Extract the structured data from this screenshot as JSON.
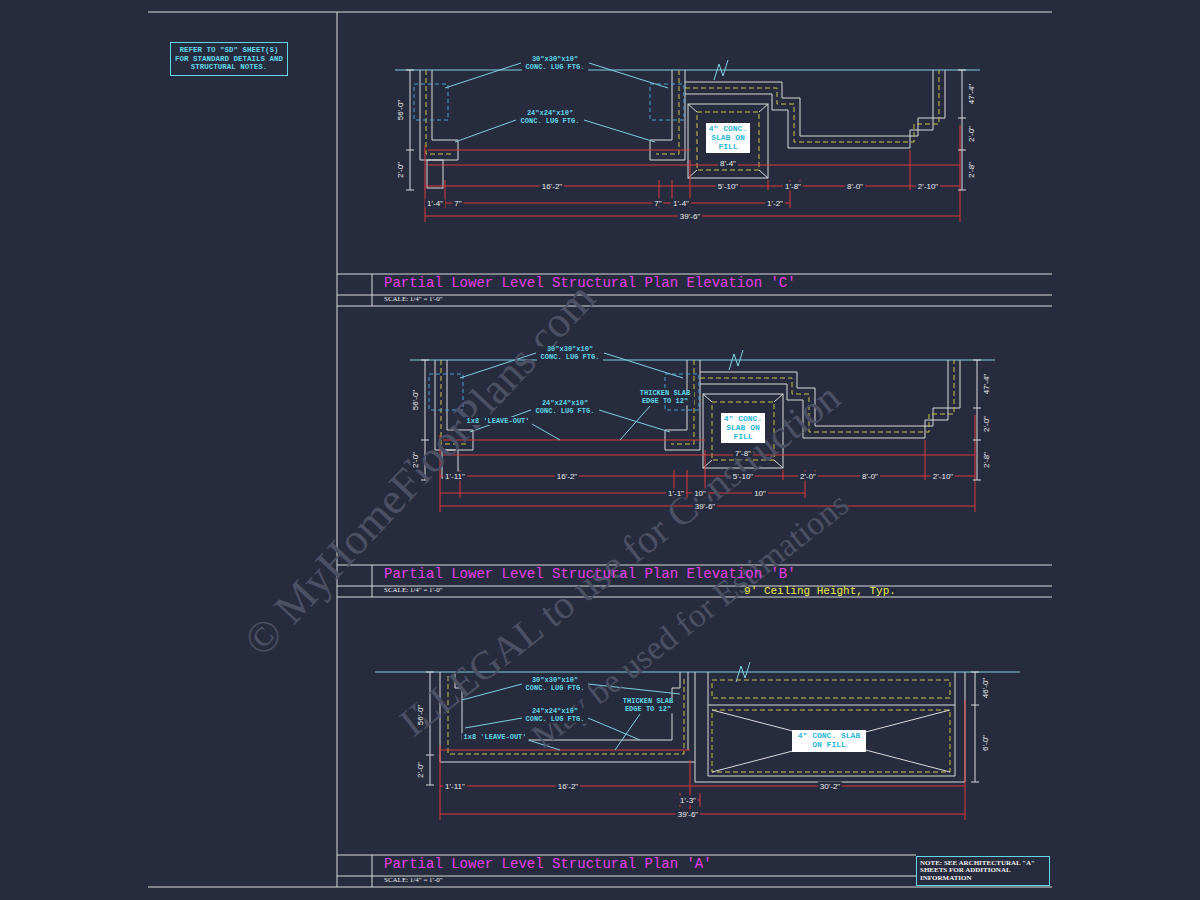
{
  "diagram": {
    "nodes": [
      {
        "text": [
          "REFER TO \"SD\" SHEET(S) FOR STANDARD DETAILS AND STRUCTURAL NOTES."
        ]
      },
      {
        "text": [
          "4\" CONC. SLAB ON FILL"
        ]
      },
      {
        "text": [
          "Partial Lower Level Structural Plan Elevation 'C'",
          "SCALE: 1/4\" = 1'-0\""
        ]
      },
      {
        "text": [
          "4\" CONC. SLAB ON FILL"
        ]
      },
      {
        "text": [
          "Partial Lower Level Structural Plan Elevation 'B'",
          "SCALE: 1/4\" = 1'-0\""
        ]
      },
      {
        "text": [
          "4\" CONC. SLAB ON FILL"
        ]
      },
      {
        "text": [
          "Partial Lower Level Structural Plan 'A'",
          "SCALE: 1/4\" = 1'-0\""
        ]
      },
      {
        "text": [
          "NOTE: SEE ARCHITECTURAL \"A\" SHEETS FOR ADDITIONAL INFORMATION"
        ]
      }
    ],
    "labels": [
      "30\"x30\"x10\" CONC. LUG FTG.",
      "24\"x24\"x10\" CONC. LUG FTG.",
      "56'-0\"",
      "2'-0\"",
      "47'-4\"",
      "2'-0\"",
      "2'-8\"",
      "8'-4\"",
      "16'-2\"",
      "5'-10\"",
      "1'-8\"",
      "8'-0\"",
      "2'-10\"",
      "1'-4\"",
      "7\"",
      "7\"",
      "1'-4\"",
      "1'-2\"",
      "39'-6\"",
      "30\"x30\"x10\" CONC. LUG FTG.",
      "24\"x24\"x10\" CONC. LUG FTG.",
      "THICKEN SLAB EDGE TO 12\"",
      "1x8 'LEAVE-OUT'",
      "56'-0\"",
      "2'-0\"",
      "47'-4\"",
      "2'-0\"",
      "2'-8\"",
      "7'-8\"",
      "1'-11\"",
      "16'-2\"",
      "5'-10\"",
      "2'-0\"",
      "8'-0\"",
      "2'-10\"",
      "1'-1\"",
      "10\"",
      "10\"",
      "39'-6\"",
      "30\"x30\"x10\" CONC. LUG FTG.",
      "24\"x24\"x10\" CONC. LUG FTG.",
      "THICKEN SLAB EDGE TO 12\"",
      "1x8 'LEAVE-OUT'",
      "56'-0\"",
      "2'-0\"",
      "46'-0\"",
      "6'-0\"",
      "1'-11\"",
      "16'-2\"",
      "30'-2\"",
      "1'-3\"",
      "39'-6\"",
      "9' Ceiling Height, Typ.",
      "© MyHomeFloorPlans.com",
      "ILLEGAL to use for Construction",
      "May be used for Estimations"
    ]
  }
}
